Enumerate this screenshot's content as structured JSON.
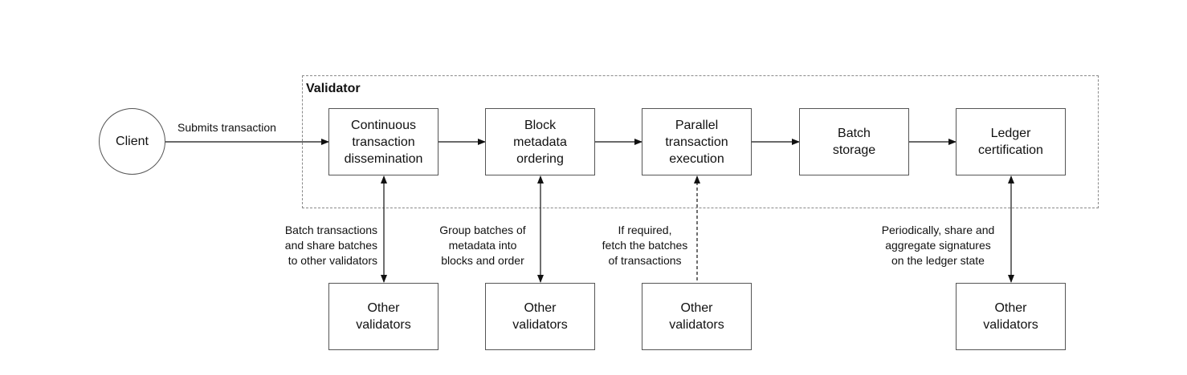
{
  "validator_group": {
    "title": "Validator"
  },
  "client": {
    "label": "Client"
  },
  "submit_edge": {
    "label": "Submits transaction"
  },
  "pipeline": [
    {
      "id": "dissemination",
      "lines": [
        "Continuous",
        "transaction",
        "dissemination"
      ]
    },
    {
      "id": "ordering",
      "lines": [
        "Block",
        "metadata",
        "ordering"
      ]
    },
    {
      "id": "execution",
      "lines": [
        "Parallel",
        "transaction",
        "execution"
      ]
    },
    {
      "id": "storage",
      "lines": [
        "Batch",
        "storage"
      ]
    },
    {
      "id": "certification",
      "lines": [
        "Ledger",
        "certification"
      ]
    }
  ],
  "other_validators": [
    {
      "lines": [
        "Other",
        "validators"
      ]
    },
    {
      "lines": [
        "Other",
        "validators"
      ]
    },
    {
      "lines": [
        "Other",
        "validators"
      ]
    },
    {
      "lines": [
        "Other",
        "validators"
      ]
    }
  ],
  "vertical_edges": [
    {
      "from": "dissemination",
      "style": "solid",
      "direction": "both",
      "lines": [
        "Batch transactions",
        "and share batches",
        "to other validators"
      ]
    },
    {
      "from": "ordering",
      "style": "solid",
      "direction": "both",
      "lines": [
        "Group batches of",
        "metadata into",
        "blocks and order"
      ]
    },
    {
      "from": "execution",
      "style": "dashed",
      "direction": "up",
      "lines": [
        "If required,",
        "fetch the batches",
        "of transactions"
      ]
    },
    {
      "from": "certification",
      "style": "solid",
      "direction": "both",
      "lines": [
        "Periodically, share and",
        "aggregate signatures",
        "on the ledger state"
      ]
    }
  ]
}
